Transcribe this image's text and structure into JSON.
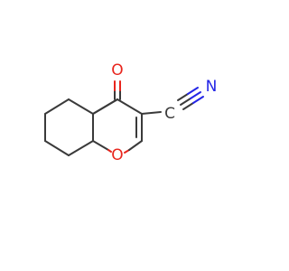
{
  "molecule": {
    "atoms": {
      "carbonyl_oxygen": {
        "symbol": "O",
        "color": "#e8251d"
      },
      "ring_oxygen": {
        "symbol": "O",
        "color": "#e8251d"
      },
      "nitrile_carbon": {
        "symbol": "C",
        "color": "#3a3a3a"
      },
      "nitrile_nitrogen": {
        "symbol": "N",
        "color": "#2426e6"
      }
    },
    "bond_color": "#3a3a3a"
  }
}
